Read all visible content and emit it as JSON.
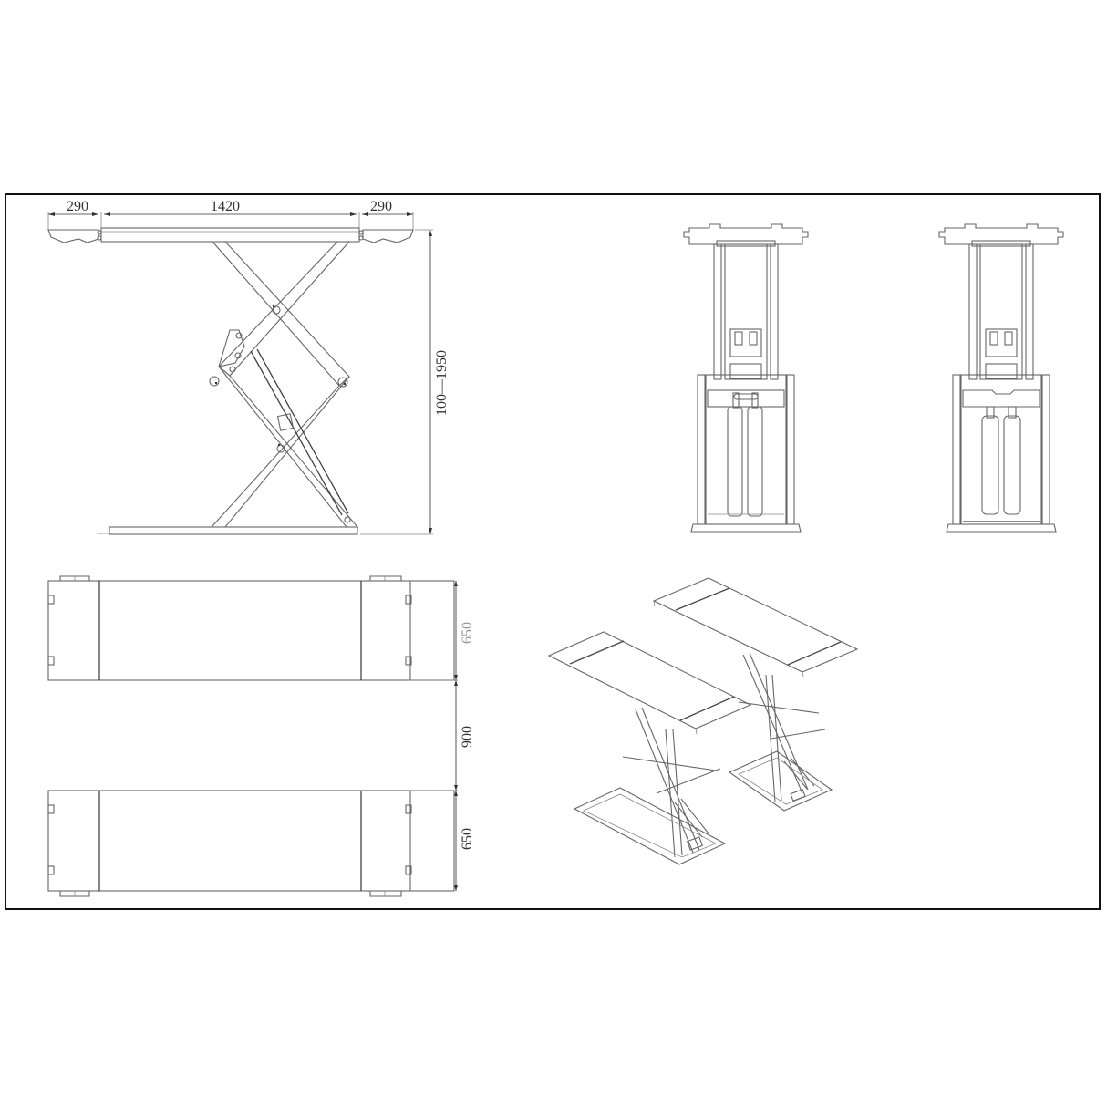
{
  "drawing": {
    "border_color": "#111111",
    "line_color": "#666666"
  },
  "side_view": {
    "label": "side-elevation-raised",
    "dim_left_ramp": "290",
    "dim_platform": "1420",
    "dim_right_ramp": "290",
    "dim_height": "100—1950"
  },
  "front_views": [
    {
      "label": "end-view-a"
    },
    {
      "label": "end-view-b"
    }
  ],
  "top_view": {
    "label": "plan-view",
    "dim_platform_width_1": "650",
    "dim_gap": "900",
    "dim_platform_width_2": "650"
  },
  "isometric_view": {
    "label": "isometric-view"
  }
}
